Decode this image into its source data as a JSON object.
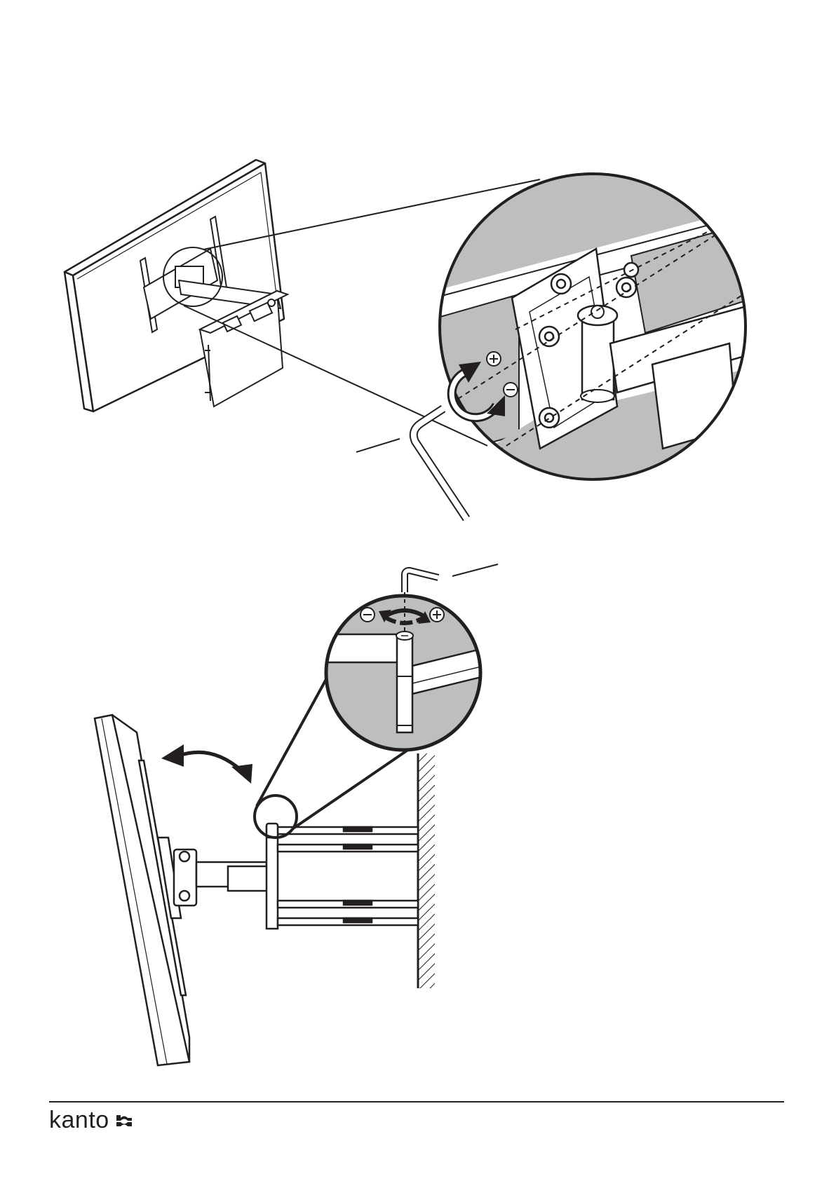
{
  "document": {
    "brand": {
      "wordmark": "kanto",
      "mark_icon": "kanto-logo-mark-icon"
    },
    "figures": [
      {
        "id": "tilt-tension-adjustment",
        "icon": "rotate-arrows-icon",
        "symbols": [
          "plus-icon",
          "minus-icon"
        ],
        "tool": "allen-key-icon"
      },
      {
        "id": "swivel-tension-adjustment",
        "icon": "rotate-arrows-icon",
        "symbols": [
          "minus-icon",
          "plus-icon"
        ],
        "tool": "allen-key-icon"
      }
    ],
    "colors": {
      "ink": "#231f20",
      "fill_gray": "#bcbec0",
      "paper": "#ffffff"
    }
  }
}
